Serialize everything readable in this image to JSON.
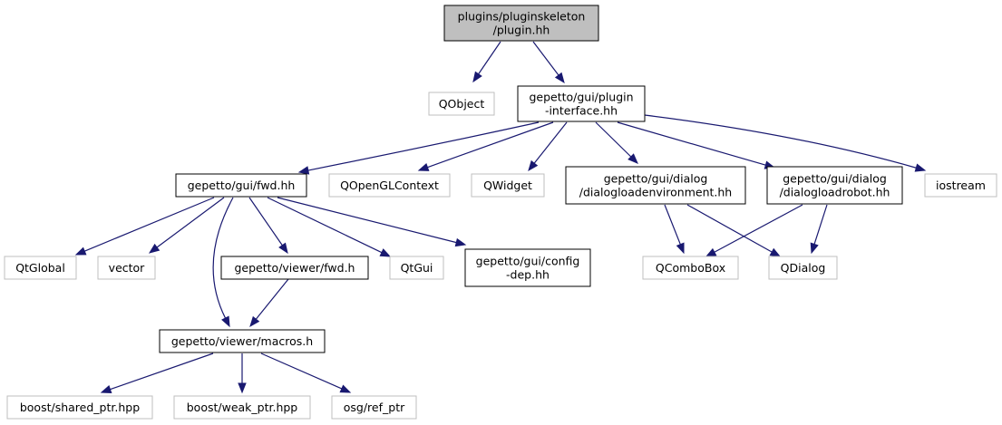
{
  "diagram": {
    "nodes": [
      {
        "id": "plugin",
        "lines": [
          "plugins/pluginskeleton",
          "/plugin.hh"
        ],
        "kind": "root"
      },
      {
        "id": "qobject",
        "lines": [
          "QObject"
        ],
        "kind": "external"
      },
      {
        "id": "plugin_interface",
        "lines": [
          "gepetto/gui/plugin",
          "-interface.hh"
        ],
        "kind": "project"
      },
      {
        "id": "gui_fwd",
        "lines": [
          "gepetto/gui/fwd.hh"
        ],
        "kind": "project"
      },
      {
        "id": "qopenglcontext",
        "lines": [
          "QOpenGLContext"
        ],
        "kind": "external"
      },
      {
        "id": "qwidget",
        "lines": [
          "QWidget"
        ],
        "kind": "external"
      },
      {
        "id": "dialog_env",
        "lines": [
          "gepetto/gui/dialog",
          "/dialogloadenvironment.hh"
        ],
        "kind": "project"
      },
      {
        "id": "dialog_robot",
        "lines": [
          "gepetto/gui/dialog",
          "/dialogloadrobot.hh"
        ],
        "kind": "project"
      },
      {
        "id": "iostream",
        "lines": [
          "iostream"
        ],
        "kind": "external"
      },
      {
        "id": "qtglobal",
        "lines": [
          "QtGlobal"
        ],
        "kind": "external"
      },
      {
        "id": "vector",
        "lines": [
          "vector"
        ],
        "kind": "external"
      },
      {
        "id": "viewer_fwd",
        "lines": [
          "gepetto/viewer/fwd.h"
        ],
        "kind": "project"
      },
      {
        "id": "qtgui",
        "lines": [
          "QtGui"
        ],
        "kind": "external"
      },
      {
        "id": "config_dep",
        "lines": [
          "gepetto/gui/config",
          "-dep.hh"
        ],
        "kind": "project"
      },
      {
        "id": "qcombobox",
        "lines": [
          "QComboBox"
        ],
        "kind": "external"
      },
      {
        "id": "qdialog",
        "lines": [
          "QDialog"
        ],
        "kind": "external"
      },
      {
        "id": "macros",
        "lines": [
          "gepetto/viewer/macros.h"
        ],
        "kind": "project"
      },
      {
        "id": "shared_ptr",
        "lines": [
          "boost/shared_ptr.hpp"
        ],
        "kind": "external"
      },
      {
        "id": "weak_ptr",
        "lines": [
          "boost/weak_ptr.hpp"
        ],
        "kind": "external"
      },
      {
        "id": "ref_ptr",
        "lines": [
          "osg/ref_ptr"
        ],
        "kind": "external"
      }
    ],
    "edges": [
      {
        "from": "plugin",
        "to": "qobject"
      },
      {
        "from": "plugin",
        "to": "plugin_interface"
      },
      {
        "from": "plugin_interface",
        "to": "gui_fwd"
      },
      {
        "from": "plugin_interface",
        "to": "qopenglcontext"
      },
      {
        "from": "plugin_interface",
        "to": "qwidget"
      },
      {
        "from": "plugin_interface",
        "to": "dialog_env"
      },
      {
        "from": "plugin_interface",
        "to": "dialog_robot"
      },
      {
        "from": "plugin_interface",
        "to": "iostream"
      },
      {
        "from": "gui_fwd",
        "to": "qtglobal"
      },
      {
        "from": "gui_fwd",
        "to": "vector"
      },
      {
        "from": "gui_fwd",
        "to": "macros"
      },
      {
        "from": "gui_fwd",
        "to": "viewer_fwd"
      },
      {
        "from": "gui_fwd",
        "to": "qtgui"
      },
      {
        "from": "gui_fwd",
        "to": "config_dep"
      },
      {
        "from": "viewer_fwd",
        "to": "macros"
      },
      {
        "from": "dialog_env",
        "to": "qcombobox"
      },
      {
        "from": "dialog_env",
        "to": "qdialog"
      },
      {
        "from": "dialog_robot",
        "to": "qcombobox"
      },
      {
        "from": "dialog_robot",
        "to": "qdialog"
      },
      {
        "from": "macros",
        "to": "shared_ptr"
      },
      {
        "from": "macros",
        "to": "weak_ptr"
      },
      {
        "from": "macros",
        "to": "ref_ptr"
      }
    ]
  }
}
